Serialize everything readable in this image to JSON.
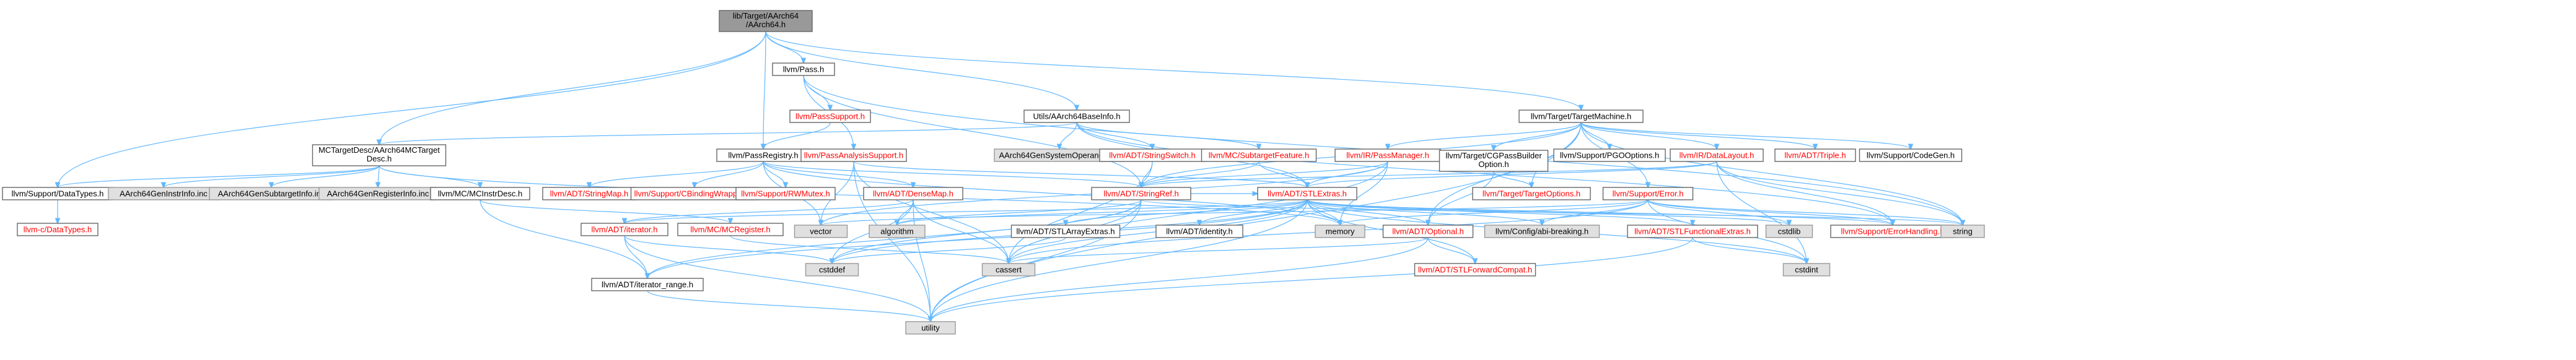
{
  "graph_title": "",
  "colors": {
    "edge": "#63b8ff",
    "root_fill": "#999999",
    "node_fill": "#ffffff",
    "system_fill": "#e0e0e0",
    "broken_link_text": "#ff0000",
    "node_border": "#666666"
  },
  "nodes": [
    {
      "id": "root",
      "label": [
        "lib/Target/AArch64",
        "/AArch64.h"
      ],
      "kind": "root",
      "link": false
    },
    {
      "id": "pass",
      "label": [
        "llvm/Pass.h"
      ],
      "kind": "normal",
      "link": true
    },
    {
      "id": "passsupport",
      "label": [
        "llvm/PassSupport.h"
      ],
      "kind": "normal",
      "link": false
    },
    {
      "id": "passregistry",
      "label": [
        "llvm/PassRegistry.h"
      ],
      "kind": "normal",
      "link": true
    },
    {
      "id": "passanalysissupport",
      "label": [
        "llvm/PassAnalysisSupport.h"
      ],
      "kind": "normal",
      "link": false
    },
    {
      "id": "utils",
      "label": [
        "Utils/AArch64BaseInfo.h"
      ],
      "kind": "normal",
      "link": true
    },
    {
      "id": "targetmachine",
      "label": [
        "llvm/Target/TargetMachine.h"
      ],
      "kind": "normal",
      "link": true
    },
    {
      "id": "mctargetdesc",
      "label": [
        "MCTargetDesc/AArch64MCTarget",
        "Desc.h"
      ],
      "kind": "normal",
      "link": true
    },
    {
      "id": "datatypes",
      "label": [
        "llvm/Support/DataTypes.h"
      ],
      "kind": "normal",
      "link": true
    },
    {
      "id": "cdatatypes",
      "label": [
        "llvm-c/DataTypes.h"
      ],
      "kind": "normal",
      "link": false
    },
    {
      "id": "geninstr",
      "label": [
        "AArch64GenInstrInfo.inc"
      ],
      "kind": "sys",
      "link": true
    },
    {
      "id": "gensubtarget",
      "label": [
        "AArch64GenSubtargetInfo.inc"
      ],
      "kind": "sys",
      "link": true
    },
    {
      "id": "genregister",
      "label": [
        "AArch64GenRegisterInfo.inc"
      ],
      "kind": "sys",
      "link": true
    },
    {
      "id": "mcinstrdesc",
      "label": [
        "llvm/MC/MCInstrDesc.h"
      ],
      "kind": "normal",
      "link": true
    },
    {
      "id": "stringmap",
      "label": [
        "llvm/ADT/StringMap.h"
      ],
      "kind": "normal",
      "link": false
    },
    {
      "id": "cbinding",
      "label": [
        "llvm/Support/CBindingWrapping.h"
      ],
      "kind": "normal",
      "link": false
    },
    {
      "id": "rwmutex",
      "label": [
        "llvm/Support/RWMutex.h"
      ],
      "kind": "normal",
      "link": false
    },
    {
      "id": "densemap",
      "label": [
        "llvm/ADT/DenseMap.h"
      ],
      "kind": "normal",
      "link": false
    },
    {
      "id": "gensysops",
      "label": [
        "AArch64GenSystemOperands.inc"
      ],
      "kind": "sys",
      "link": true
    },
    {
      "id": "stringswitch",
      "label": [
        "llvm/ADT/StringSwitch.h"
      ],
      "kind": "normal",
      "link": false
    },
    {
      "id": "subtargetfeature",
      "label": [
        "llvm/MC/SubtargetFeature.h"
      ],
      "kind": "normal",
      "link": false
    },
    {
      "id": "passmanager",
      "label": [
        "llvm/IR/PassManager.h"
      ],
      "kind": "normal",
      "link": false
    },
    {
      "id": "cgpassbuilder",
      "label": [
        "llvm/Target/CGPassBuilder",
        "Option.h"
      ],
      "kind": "normal",
      "link": true
    },
    {
      "id": "pgooptions",
      "label": [
        "llvm/Support/PGOOptions.h"
      ],
      "kind": "normal",
      "link": true
    },
    {
      "id": "datalayout",
      "label": [
        "llvm/IR/DataLayout.h"
      ],
      "kind": "normal",
      "link": false
    },
    {
      "id": "triple",
      "label": [
        "llvm/ADT/Triple.h"
      ],
      "kind": "normal",
      "link": false
    },
    {
      "id": "codegen",
      "label": [
        "llvm/Support/CodeGen.h"
      ],
      "kind": "normal",
      "link": true
    },
    {
      "id": "iterator",
      "label": [
        "llvm/ADT/iterator.h"
      ],
      "kind": "normal",
      "link": false
    },
    {
      "id": "mcregister",
      "label": [
        "llvm/MC/MCRegister.h"
      ],
      "kind": "normal",
      "link": false
    },
    {
      "id": "iterator_range",
      "label": [
        "llvm/ADT/iterator_range.h"
      ],
      "kind": "normal",
      "link": true
    },
    {
      "id": "vector",
      "label": [
        "vector"
      ],
      "kind": "sys",
      "link": true
    },
    {
      "id": "algorithm",
      "label": [
        "algorithm"
      ],
      "kind": "sys",
      "link": true
    },
    {
      "id": "stringref",
      "label": [
        "llvm/ADT/StringRef.h"
      ],
      "kind": "normal",
      "link": false
    },
    {
      "id": "stlextras",
      "label": [
        "llvm/ADT/STLExtras.h"
      ],
      "kind": "normal",
      "link": false
    },
    {
      "id": "targetoptions",
      "label": [
        "llvm/Target/TargetOptions.h"
      ],
      "kind": "normal",
      "link": false
    },
    {
      "id": "error",
      "label": [
        "llvm/Support/Error.h"
      ],
      "kind": "normal",
      "link": false
    },
    {
      "id": "stlarrayextras",
      "label": [
        "llvm/ADT/STLArrayExtras.h"
      ],
      "kind": "normal",
      "link": true
    },
    {
      "id": "identity",
      "label": [
        "llvm/ADT/identity.h"
      ],
      "kind": "normal",
      "link": true
    },
    {
      "id": "memory",
      "label": [
        "memory"
      ],
      "kind": "sys",
      "link": true
    },
    {
      "id": "optional",
      "label": [
        "llvm/ADT/Optional.h"
      ],
      "kind": "normal",
      "link": false
    },
    {
      "id": "abibreaking",
      "label": [
        "llvm/Config/abi-breaking.h"
      ],
      "kind": "sys",
      "link": true
    },
    {
      "id": "stlfunctional",
      "label": [
        "llvm/ADT/STLFunctionalExtras.h"
      ],
      "kind": "normal",
      "link": false
    },
    {
      "id": "cstdlib",
      "label": [
        "cstdlib"
      ],
      "kind": "sys",
      "link": true
    },
    {
      "id": "errorhandling",
      "label": [
        "llvm/Support/ErrorHandling.h"
      ],
      "kind": "normal",
      "link": false
    },
    {
      "id": "string",
      "label": [
        "string"
      ],
      "kind": "sys",
      "link": true
    },
    {
      "id": "cstddef",
      "label": [
        "cstddef"
      ],
      "kind": "sys",
      "link": true
    },
    {
      "id": "cassert",
      "label": [
        "cassert"
      ],
      "kind": "sys",
      "link": true
    },
    {
      "id": "stlforward",
      "label": [
        "llvm/ADT/STLForwardCompat.h"
      ],
      "kind": "normal",
      "link": false
    },
    {
      "id": "cstdint",
      "label": [
        "cstdint"
      ],
      "kind": "sys",
      "link": true
    },
    {
      "id": "utility",
      "label": [
        "utility"
      ],
      "kind": "sys",
      "link": true
    }
  ],
  "edges": [
    [
      "root",
      "pass"
    ],
    [
      "root",
      "passregistry"
    ],
    [
      "root",
      "utils"
    ],
    [
      "root",
      "targetmachine"
    ],
    [
      "root",
      "mctargetdesc"
    ],
    [
      "root",
      "datatypes"
    ],
    [
      "pass",
      "passsupport"
    ],
    [
      "pass",
      "passanalysissupport"
    ],
    [
      "pass",
      "stringref"
    ],
    [
      "pass",
      "string"
    ],
    [
      "passsupport",
      "passregistry"
    ],
    [
      "passregistry",
      "stringmap"
    ],
    [
      "passregistry",
      "cbinding"
    ],
    [
      "passregistry",
      "rwmutex"
    ],
    [
      "passregistry",
      "densemap"
    ],
    [
      "passregistry",
      "stringref"
    ],
    [
      "passregistry",
      "memory"
    ],
    [
      "passregistry",
      "vector"
    ],
    [
      "passanalysissupport",
      "stlextras"
    ],
    [
      "passanalysissupport",
      "vector"
    ],
    [
      "passanalysissupport",
      "cassert"
    ],
    [
      "passanalysissupport",
      "utility"
    ],
    [
      "utils",
      "mctargetdesc"
    ],
    [
      "utils",
      "gensysops"
    ],
    [
      "utils",
      "stringswitch"
    ],
    [
      "utils",
      "subtargetfeature"
    ],
    [
      "utils",
      "stlextras"
    ],
    [
      "utils",
      "errorhandling"
    ],
    [
      "mctargetdesc",
      "datatypes"
    ],
    [
      "mctargetdesc",
      "geninstr"
    ],
    [
      "mctargetdesc",
      "gensubtarget"
    ],
    [
      "mctargetdesc",
      "genregister"
    ],
    [
      "mctargetdesc",
      "mcinstrdesc"
    ],
    [
      "mctargetdesc",
      "memory"
    ],
    [
      "datatypes",
      "cdatatypes"
    ],
    [
      "mcinstrdesc",
      "iterator_range"
    ],
    [
      "mcinstrdesc",
      "mcregister"
    ],
    [
      "densemap",
      "iterator"
    ],
    [
      "densemap",
      "algorithm"
    ],
    [
      "densemap",
      "cassert"
    ],
    [
      "densemap",
      "cstddef"
    ],
    [
      "densemap",
      "utility"
    ],
    [
      "stringswitch",
      "stringref"
    ],
    [
      "stringswitch",
      "cassert"
    ],
    [
      "subtargetfeature",
      "stringref"
    ],
    [
      "subtargetfeature",
      "stlextras"
    ],
    [
      "targetmachine",
      "passmanager"
    ],
    [
      "targetmachine",
      "cgpassbuilder"
    ],
    [
      "targetmachine",
      "targetoptions"
    ],
    [
      "targetmachine",
      "pgooptions"
    ],
    [
      "targetmachine",
      "datalayout"
    ],
    [
      "targetmachine",
      "triple"
    ],
    [
      "targetmachine",
      "codegen"
    ],
    [
      "targetmachine",
      "error"
    ],
    [
      "targetmachine",
      "optional"
    ],
    [
      "targetmachine",
      "string"
    ],
    [
      "targetmachine",
      "utility"
    ],
    [
      "targetmachine",
      "stringref"
    ],
    [
      "passmanager",
      "stringref"
    ],
    [
      "passmanager",
      "stlextras"
    ],
    [
      "passmanager",
      "memory"
    ],
    [
      "passmanager",
      "vector"
    ],
    [
      "passmanager",
      "cassert"
    ],
    [
      "cgpassbuilder",
      "targetoptions"
    ],
    [
      "cgpassbuilder",
      "optional"
    ],
    [
      "datalayout",
      "stringref"
    ],
    [
      "datalayout",
      "stlextras"
    ],
    [
      "datalayout",
      "errorhandling"
    ],
    [
      "datalayout",
      "cstdint"
    ],
    [
      "datalayout",
      "string"
    ],
    [
      "stringref",
      "stlextras"
    ],
    [
      "stringref",
      "iterator_range"
    ],
    [
      "stringref",
      "algorithm"
    ],
    [
      "stringref",
      "cassert"
    ],
    [
      "stringref",
      "cstddef"
    ],
    [
      "stringref",
      "cstring"
    ],
    [
      "stringref",
      "string"
    ],
    [
      "stringref",
      "utility"
    ],
    [
      "stlextras",
      "stlarrayextras"
    ],
    [
      "stlextras",
      "identity"
    ],
    [
      "stlextras",
      "optional"
    ],
    [
      "stlextras",
      "stlforward"
    ],
    [
      "stlextras",
      "stlfunctional"
    ],
    [
      "stlextras",
      "iterator"
    ],
    [
      "stlextras",
      "iterator_range"
    ],
    [
      "stlextras",
      "abibreaking"
    ],
    [
      "stlextras",
      "errorhandling"
    ],
    [
      "stlextras",
      "algorithm"
    ],
    [
      "stlextras",
      "cassert"
    ],
    [
      "stlextras",
      "cstddef"
    ],
    [
      "stlextras",
      "cstdint"
    ],
    [
      "stlextras",
      "cstdlib"
    ],
    [
      "stlextras",
      "memory"
    ],
    [
      "stlextras",
      "utility"
    ],
    [
      "error",
      "abibreaking"
    ],
    [
      "error",
      "errorhandling"
    ],
    [
      "error",
      "cassert"
    ],
    [
      "error",
      "cstdint"
    ],
    [
      "error",
      "cstdlib"
    ],
    [
      "error",
      "memory"
    ],
    [
      "error",
      "string"
    ],
    [
      "error",
      "vector"
    ],
    [
      "optional",
      "stlforward"
    ],
    [
      "optional",
      "cassert"
    ],
    [
      "optional",
      "utility"
    ],
    [
      "stlfunctional",
      "cstdint"
    ],
    [
      "stlfunctional",
      "utility"
    ],
    [
      "iterator",
      "iterator_range"
    ],
    [
      "iterator",
      "cstddef"
    ],
    [
      "iterator",
      "utility"
    ],
    [
      "iterator_range",
      "utility"
    ],
    [
      "stlarrayextras",
      "cstddef"
    ],
    [
      "mcregister",
      "cassert"
    ]
  ]
}
